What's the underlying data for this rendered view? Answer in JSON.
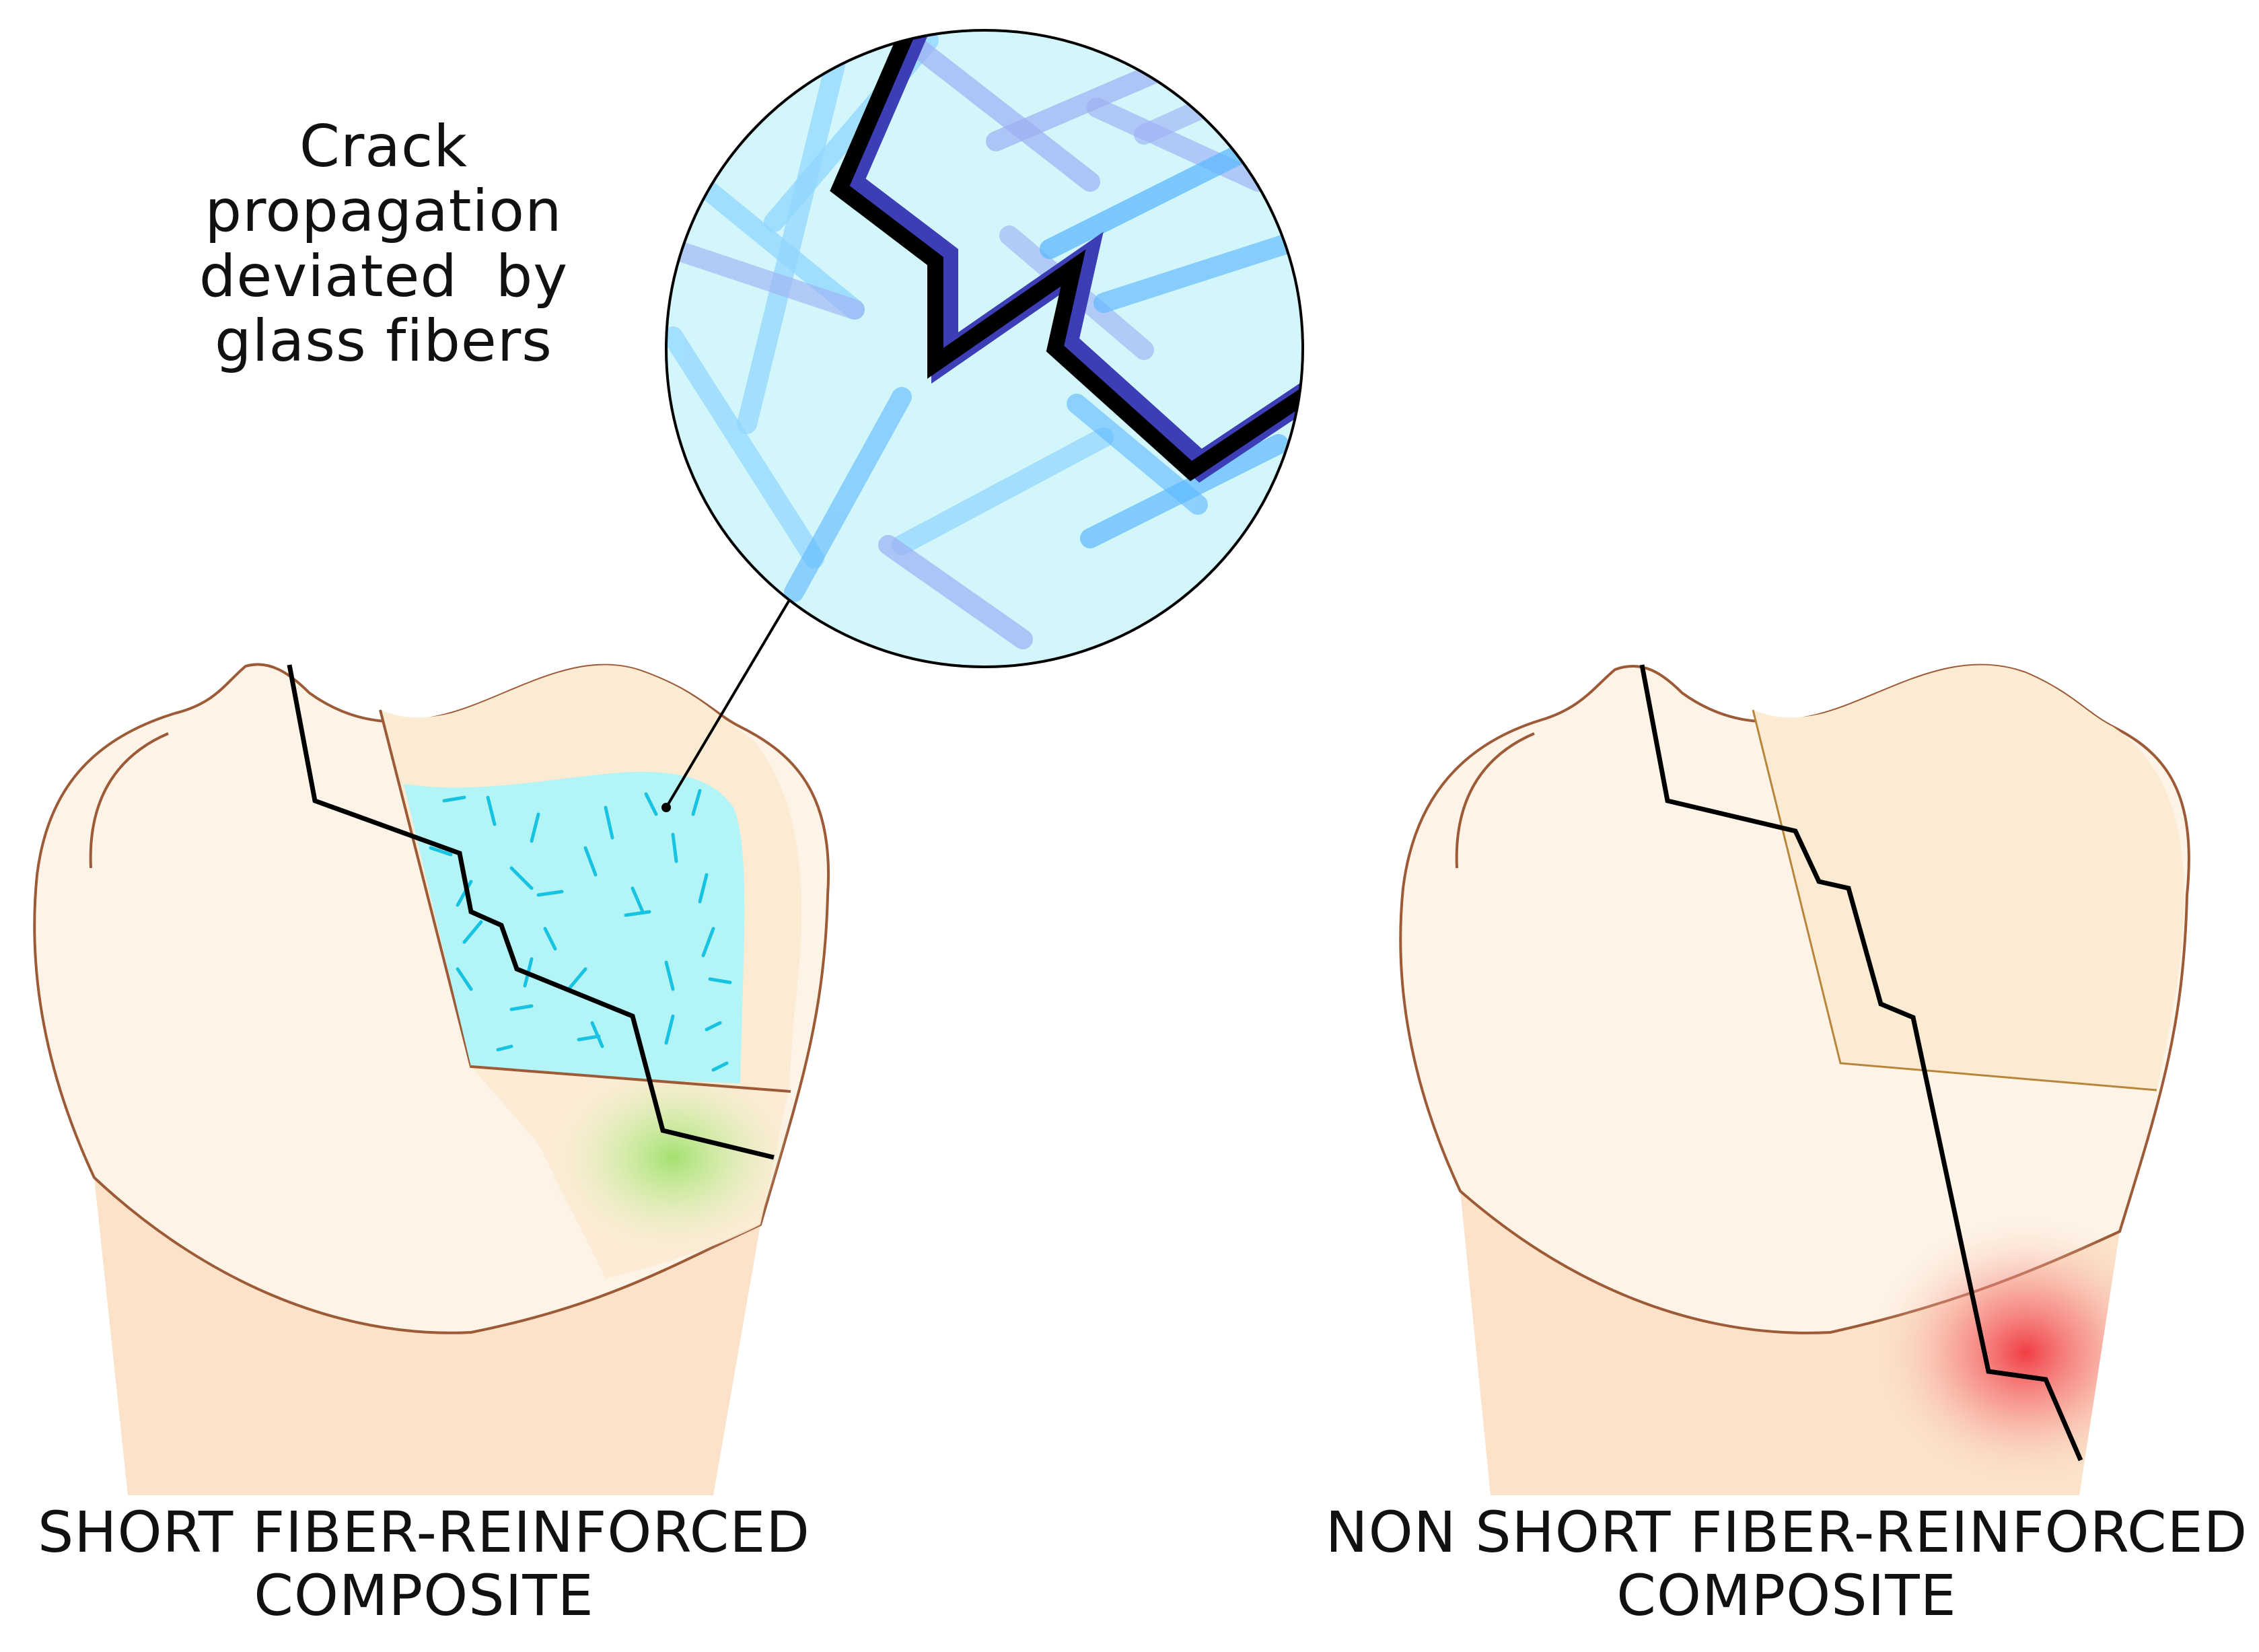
{
  "callout": {
    "lines": [
      "Crack",
      "propagation",
      "deviated  by",
      "glass fibers"
    ]
  },
  "captions": {
    "left": {
      "line1": "SHORT FIBER-REINFORCED",
      "line2": "COMPOSITE"
    },
    "right": {
      "line1": "NON SHORT FIBER-REINFORCED",
      "line2": "COMPOSITE"
    }
  },
  "colors": {
    "enamel": "#fdf3e6",
    "enamel_outline": "#9c5a37",
    "root": "#fbe2c8",
    "restoration": "#fcebd3",
    "fiber_composite": "#b3f4f6",
    "fiber_dash": "#17c3e0",
    "crack": "#000000",
    "stress_green": "#9fe06a",
    "stress_red": "#f0343c",
    "magnifier_fill": "#d3f6fb",
    "fiber_long_blue": "#5db8ff",
    "fiber_long_violet": "#8fa0f2",
    "crack_highlight": "#3d3db5"
  }
}
